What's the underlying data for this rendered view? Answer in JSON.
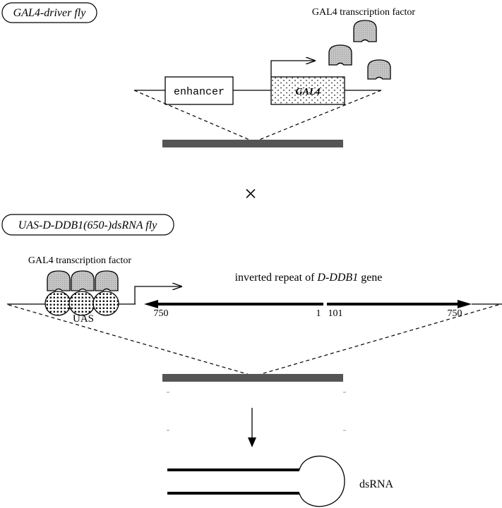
{
  "top": {
    "panel_label": "GAL4-driver fly",
    "factor_label": "GAL4 transcription factor",
    "enhancer_label": "enhancer",
    "gene_label": "GAL4"
  },
  "cross_symbol": "×",
  "bottom": {
    "panel_label": "UAS-D-DDB1(650-)dsRNA fly",
    "factor_label": "GAL4 transcription factor",
    "uas_label": "UAS",
    "repeat_text_prefix": "inverted repeat of ",
    "repeat_gene": "D-DDB1",
    "repeat_text_suffix": " gene",
    "left_arm_start": "750",
    "left_arm_end": "1",
    "right_arm_start": "101",
    "right_arm_end": "750"
  },
  "product_label": "dsRNA"
}
